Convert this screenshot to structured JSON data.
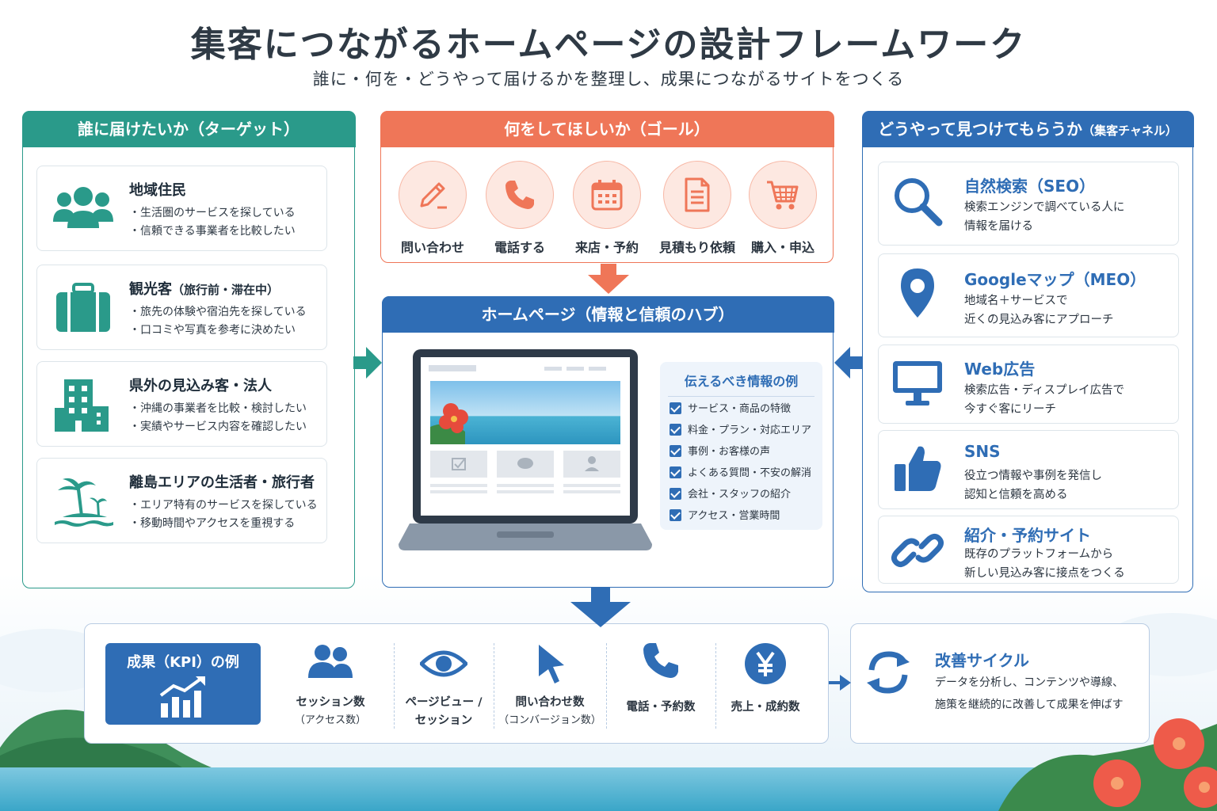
{
  "header": {
    "title": "集客につながるホームページの設計フレームワーク",
    "subtitle": "誰に・何を・どうやって届けるかを整理し、成果につながるサイトをつくる"
  },
  "colors": {
    "target": "#2a9a8a",
    "goal": "#ef7658",
    "hub": "#2f6db5",
    "channel": "#2f6db5"
  },
  "target": {
    "header": "誰に届けたいか（ターゲット）",
    "items": [
      {
        "name": "地域住民",
        "name_suffix": "",
        "icon": "people-icon",
        "points": [
          "・生活圏のサービスを探している",
          "・信頼できる事業者を比較したい"
        ]
      },
      {
        "name": "観光客",
        "name_suffix": "（旅行前・滞在中）",
        "icon": "suitcase-icon",
        "points": [
          "・旅先の体験や宿泊先を探している",
          "・口コミや写真を参考に決めたい"
        ]
      },
      {
        "name": "県外の見込み客・法人",
        "name_suffix": "",
        "icon": "building-icon",
        "points": [
          "・沖縄の事業者を比較・検討したい",
          "・実績やサービス内容を確認したい"
        ]
      },
      {
        "name": "離島エリアの生活者・旅行者",
        "name_suffix": "",
        "icon": "island-icon",
        "points": [
          "・エリア特有のサービスを探している",
          "・移動時間やアクセスを重視する"
        ]
      }
    ]
  },
  "goal": {
    "header": "何をしてほしいか（ゴール）",
    "items": [
      {
        "label": "問い合わせ",
        "icon": "pencil-icon"
      },
      {
        "label": "電話する",
        "icon": "phone-icon"
      },
      {
        "label": "来店・予約",
        "icon": "calendar-icon"
      },
      {
        "label": "見積もり依頼",
        "icon": "document-icon"
      },
      {
        "label": "購入・申込",
        "icon": "cart-icon"
      }
    ]
  },
  "hub": {
    "header": "ホームページ（情報と信頼のハブ）",
    "info_title": "伝えるべき情報の例",
    "info_items": [
      "サービス・商品の特徴",
      "料金・プラン・対応エリア",
      "事例・お客様の声",
      "よくある質問・不安の解消",
      "会社・スタッフの紹介",
      "アクセス・営業時間"
    ]
  },
  "channel": {
    "header": "どうやって見つけてもらうか",
    "header_suffix": "（集客チャネル）",
    "items": [
      {
        "name": "自然検索（SEO）",
        "icon": "search-icon",
        "desc": [
          "検索エンジンで調べている人に",
          "情報を届ける"
        ]
      },
      {
        "name": "Googleマップ（MEO）",
        "icon": "map-pin-icon",
        "desc": [
          "地域名＋サービスで",
          "近くの見込み客にアプローチ"
        ]
      },
      {
        "name": "Web広告",
        "icon": "monitor-icon",
        "desc": [
          "検索広告・ディスプレイ広告で",
          "今すぐ客にリーチ"
        ]
      },
      {
        "name": "SNS",
        "icon": "thumbs-up-icon",
        "desc": [
          "役立つ情報や事例を発信し",
          "認知と信頼を高める"
        ]
      },
      {
        "name": "紹介・予約サイト",
        "icon": "link-icon",
        "desc": [
          "既存のプラットフォームから",
          "新しい見込み客に接点をつくる"
        ]
      }
    ]
  },
  "kpi": {
    "badge": "成果（KPI）の例",
    "items": [
      {
        "label": "セッション数",
        "sub": "（アクセス数）",
        "icon": "users-icon"
      },
      {
        "label": "ページビュー /",
        "sub": "セッション",
        "icon": "eye-icon"
      },
      {
        "label": "問い合わせ数",
        "sub": "（コンバージョン数）",
        "icon": "cursor-icon"
      },
      {
        "label": "電話・予約数",
        "sub": "",
        "icon": "phone-icon"
      },
      {
        "label": "売上・成約数",
        "sub": "",
        "icon": "yen-icon"
      }
    ]
  },
  "improve": {
    "title": "改善サイクル",
    "desc": [
      "データを分析し、コンテンツや導線、",
      "施策を継続的に改善して成果を伸ばす"
    ],
    "icon": "refresh-icon"
  }
}
